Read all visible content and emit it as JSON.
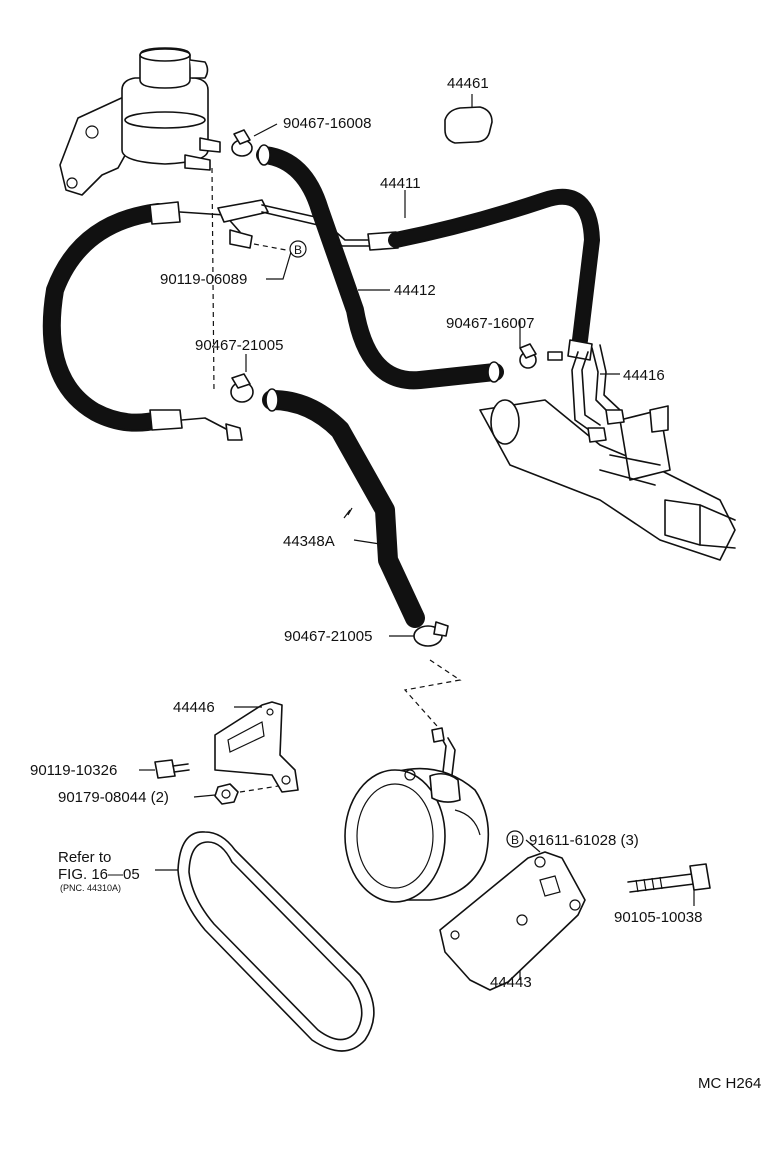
{
  "labels": {
    "p44461": "44461",
    "p90467_16008": "90467-16008",
    "p44411": "44411",
    "p90119_06089": "90119-06089",
    "p44412": "44412",
    "p90467_16007": "90467-16007",
    "p90467_21005_top": "90467-21005",
    "p44416": "44416",
    "p44348a": "44348A",
    "p90467_21005_bot": "90467-21005",
    "p44446": "44446",
    "p90119_10326": "90119-10326",
    "p90179_08044": "90179-08044 (2)",
    "p91611_61028": "91611-61028 (3)",
    "p90105_10038": "90105-10038",
    "p44443": "44443",
    "refer_line1": "Refer to",
    "refer_line2": "FIG. 16—05",
    "refer_line3": "(PNC. 44310A)",
    "b_marker": "B",
    "figure_code": "MC H264"
  }
}
